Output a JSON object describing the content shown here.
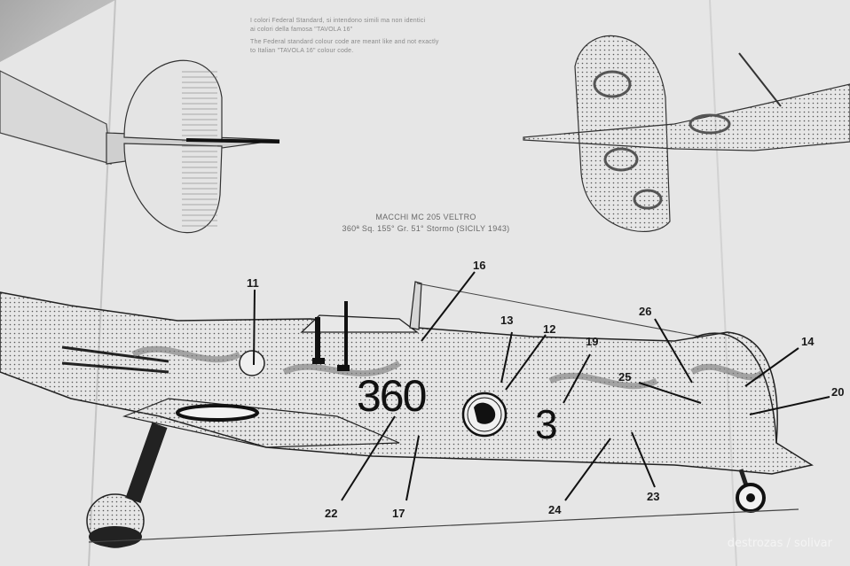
{
  "caption": {
    "title": "MACCHI MC 205 VELTRO",
    "subtitle": "360ª Sq. 155° Gr. 51° Stormo (SICILY 1943)"
  },
  "notes": {
    "line1": "I colori Federal Standard, si intendono simili ma non identici",
    "line2": "ai colori della famosa \"TAVOLA 16\"",
    "line3": "The Federal standard colour code are meant like and not exactly",
    "line4": "to Italian \"TAVOLA 16\" colour code."
  },
  "markings": {
    "fuselage_code": "360",
    "tail_code": "3"
  },
  "callouts": [
    "11",
    "16",
    "13",
    "12",
    "19",
    "26",
    "14",
    "25",
    "20",
    "22",
    "17",
    "24",
    "23"
  ],
  "watermark": "destrozas / solivar"
}
